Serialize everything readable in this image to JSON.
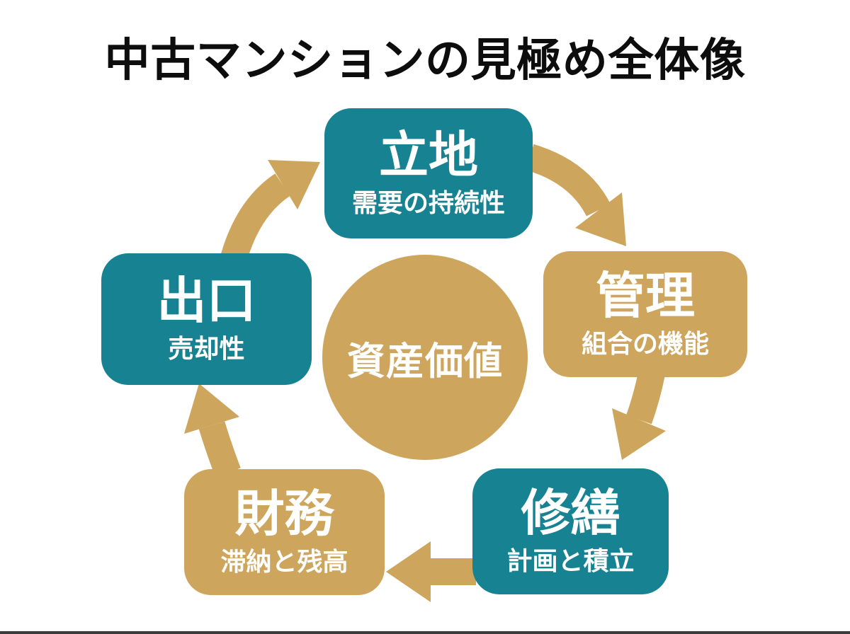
{
  "title": "中古マンションの見極め全体像",
  "center": {
    "label": "資産価値"
  },
  "nodes": [
    {
      "id": "location",
      "title": "立地",
      "subtitle": "需要の持続性",
      "color_role": "teal"
    },
    {
      "id": "management",
      "title": "管理",
      "subtitle": "組合の機能",
      "color_role": "gold"
    },
    {
      "id": "repair",
      "title": "修繕",
      "subtitle": "計画と積立",
      "color_role": "teal"
    },
    {
      "id": "finance",
      "title": "財務",
      "subtitle": "滞納と残高",
      "color_role": "gold"
    },
    {
      "id": "exit",
      "title": "出口",
      "subtitle": "売却性",
      "color_role": "teal"
    }
  ],
  "cycle_order": [
    "立地",
    "管理",
    "修繕",
    "財務",
    "出口"
  ],
  "colors": {
    "teal": "#178291",
    "gold": "#cda55c",
    "background": "#ffffff",
    "title_text": "#0d0d0d",
    "bottom_line": "#3c3c3c",
    "node_text": "#ffffff"
  }
}
